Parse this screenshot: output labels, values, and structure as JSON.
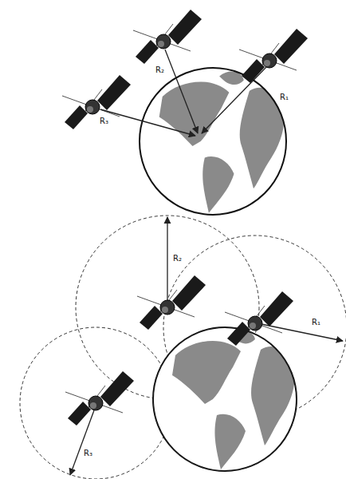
{
  "diagram": {
    "labels": [
      "R₂",
      "R₁",
      "R₃",
      "R₂",
      "R₁",
      "R₃"
    ]
  }
}
